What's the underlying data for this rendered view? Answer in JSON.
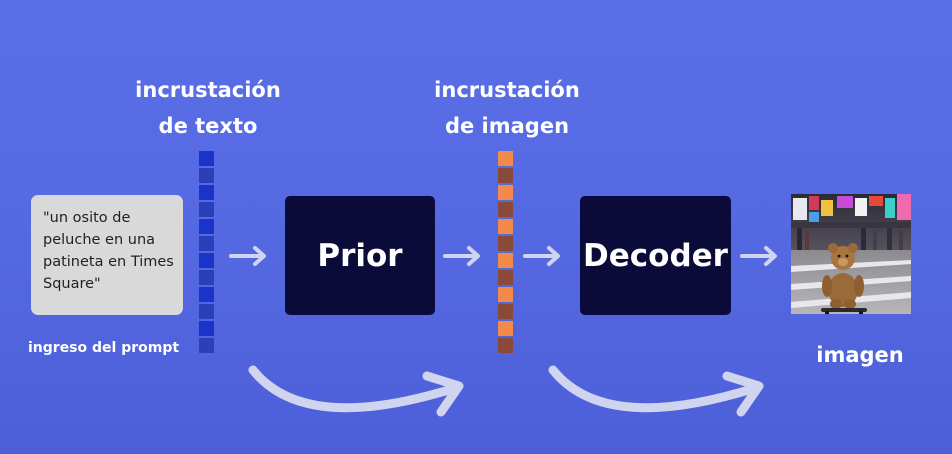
{
  "labels": {
    "text_embedding": [
      "incrustación",
      "de texto"
    ],
    "image_embedding": [
      "incrustación",
      "de imagen"
    ],
    "prompt_input": "ingreso del prompt",
    "image": "imagen"
  },
  "prompt": {
    "lines": [
      "\"un osito de",
      "peluche en una",
      "patineta en Times",
      "Square\""
    ]
  },
  "blocks": {
    "prior": "Prior",
    "decoder": "Decoder"
  },
  "colors": {
    "background": "#5a6fe6",
    "block": "#0b0b3a",
    "prompt_box": "#d9d9d9",
    "text_vector": [
      "#1a33c8",
      "#2b3fb8"
    ],
    "image_vector": [
      "#f28a4a",
      "#8a4a3a"
    ],
    "arrow": "#d0d4ee"
  },
  "icons": {
    "arrow": "right-arrow-icon",
    "curved_arrow": "curved-arrow-icon"
  }
}
